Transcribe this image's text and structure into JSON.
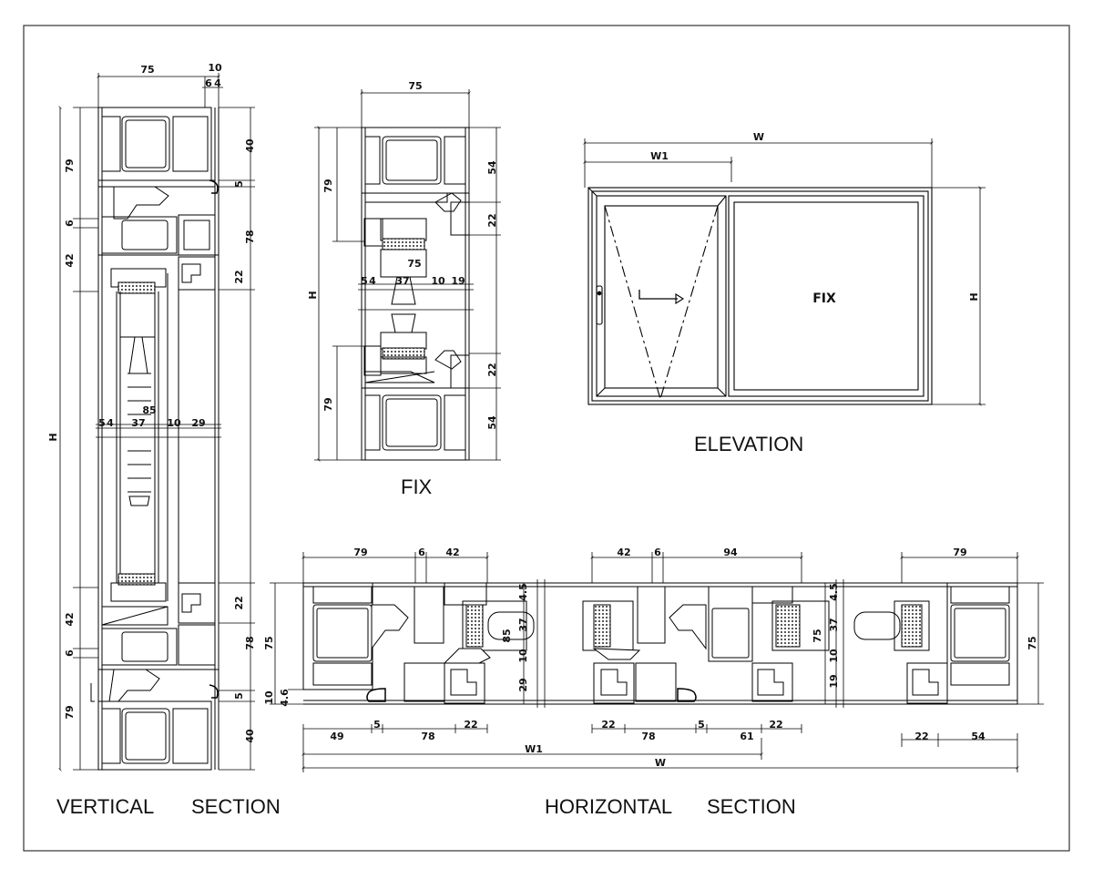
{
  "captions": {
    "vertical": "VERTICAL",
    "vertical_section": "SECTION",
    "fix": "FIX",
    "elevation": "ELEVATION",
    "horizontal": "HORIZONTAL",
    "horizontal_section": "SECTION"
  },
  "elevation": {
    "w": "W",
    "w1": "W1",
    "h": "H",
    "fix_panel": "FIX"
  },
  "vertical_section": {
    "top": [
      "75",
      "10",
      "6",
      "4"
    ],
    "left": [
      "79",
      "6",
      "42",
      "H",
      "42",
      "6",
      "79"
    ],
    "right": [
      "40",
      "5",
      "78",
      "22",
      "22",
      "78",
      "5",
      "40"
    ],
    "glass_row": [
      "5",
      "4",
      "37",
      "85",
      "10",
      "29"
    ]
  },
  "fix_section": {
    "top": "75",
    "left": [
      "79",
      "H",
      "79"
    ],
    "right": [
      "54",
      "22",
      "22",
      "54"
    ],
    "glass_row": [
      "5",
      "4",
      "37",
      "75",
      "10",
      "19"
    ]
  },
  "horizontal_section": {
    "top": [
      "79",
      "6",
      "42",
      "42",
      "6",
      "94",
      "79"
    ],
    "left": [
      "75",
      "10",
      "4.6"
    ],
    "middle": [
      "4.5",
      "37",
      "85",
      "10",
      "29",
      "4.5",
      "37",
      "75",
      "10",
      "19"
    ],
    "right": "75",
    "bottom": [
      "49",
      "5",
      "78",
      "22",
      "22",
      "78",
      "5",
      "61",
      "22",
      "22",
      "54"
    ],
    "w1": "W1",
    "w": "W"
  }
}
